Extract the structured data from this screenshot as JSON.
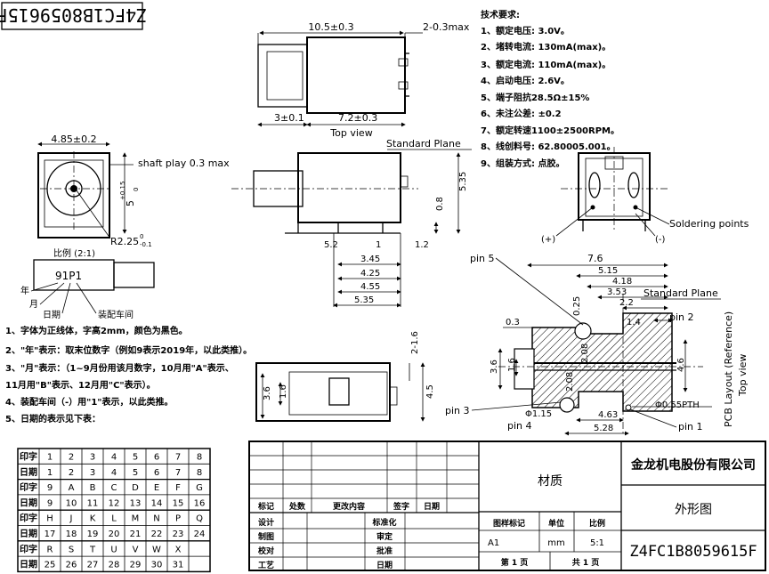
{
  "drawing_code": "Z4FC1B8059615F",
  "top_view": {
    "length": "10.5±0.3",
    "shaft_ext": "2-0.3max",
    "dim_a": "3±0.1",
    "dim_b": "7.2±0.3",
    "caption": "Top view"
  },
  "front_view": {
    "width": "4.85±0.2",
    "height": "5",
    "height_tol_top": "+0.15",
    "height_tol_bot": "0",
    "radius": "R2.25",
    "radius_tol_top": "0",
    "radius_tol_bot": "-0.1",
    "shaft_play": "shaft play 0.3 max"
  },
  "side_view": {
    "standard_plane": "Standard Plane",
    "d_535_v": "5.35",
    "d_08": "0.8",
    "d_52": "5.2",
    "d_1": "1",
    "d_12": "1.2",
    "d_345": "3.45",
    "d_425": "4.25",
    "d_455": "4.55",
    "d_535_h": "5.35"
  },
  "bottom_view": {
    "d_36": "3.6",
    "d_16": "1.6",
    "d_216": "2-1.6",
    "d_45": "4.5"
  },
  "spec": {
    "title": "技术要求:",
    "items": [
      "1、额定电压: 3.0V。",
      "2、堵转电流: 130mA(max)。",
      "3、额定电流: 110mA(max)。",
      "4、启动电压: 2.6V。",
      "5、端子阻抗28.5Ω±15%",
      "6、未注公差: ±0.2",
      "7、额定转速1100±2500RPM。",
      "8、线创料号: 62.80005.001。",
      "9、组装方式: 点胶。"
    ]
  },
  "terminal_view": {
    "plus": "(+)",
    "minus": "(-)",
    "soldering": "Soldering points"
  },
  "pcb": {
    "pin5": "pin 5",
    "pin2": "pin 2",
    "pin3": "pin 3",
    "pin4": "pin 4",
    "pin1": "pin 1",
    "d_76": "7.6",
    "d_515": "5.15",
    "d_418": "4.18",
    "d_353": "3.53",
    "d_22": "2.2",
    "d_14": "1.4",
    "d_025": "0.25",
    "d_03": "0.3",
    "d_208a": "2.08",
    "d_208b": "2.08",
    "d_36": "3.6",
    "d_16": "1.6",
    "d_46": "4.6",
    "d_115": "Φ1.15",
    "d_055": "Φ0.55PTH",
    "d_463": "4.63",
    "d_528": "5.28",
    "standard_plane": "Standard Plane",
    "side_label": "PCB Layout (Reference)",
    "side_label2": "Top view"
  },
  "marking": {
    "scale": "比例 (2:1)",
    "code": "91P1",
    "year": "年",
    "month": "月",
    "date": "日期",
    "line": "装配车间"
  },
  "notes": [
    "1、字体为正线体，字高2mm，颜色为黑色。",
    "2、\"年\"表示：取末位数字（例如9表示2019年，以此类推）。",
    "3、\"月\"表示：（1~9月份用该月数字，10月用\"A\"表示、",
    "11月用\"B\"表示、12月用\"C\"表示）。",
    "4、装配车间（-）用\"1\"表示，以此类推。",
    "5、日期的表示见下表："
  ],
  "date_table": {
    "rows": [
      [
        "印字",
        "1",
        "2",
        "3",
        "4",
        "5",
        "6",
        "7",
        "8"
      ],
      [
        "日期",
        "1",
        "2",
        "3",
        "4",
        "5",
        "6",
        "7",
        "8"
      ],
      [
        "印字",
        "9",
        "A",
        "B",
        "C",
        "D",
        "E",
        "F",
        "G"
      ],
      [
        "日期",
        "9",
        "10",
        "11",
        "12",
        "13",
        "14",
        "15",
        "16"
      ],
      [
        "印字",
        "H",
        "J",
        "K",
        "L",
        "M",
        "N",
        "P",
        "Q"
      ],
      [
        "日期",
        "17",
        "18",
        "19",
        "20",
        "21",
        "22",
        "23",
        "24"
      ],
      [
        "印字",
        "R",
        "S",
        "T",
        "U",
        "V",
        "W",
        "X",
        ""
      ],
      [
        "日期",
        "25",
        "26",
        "27",
        "28",
        "29",
        "30",
        "31",
        ""
      ]
    ]
  },
  "title_block": {
    "material": "材质",
    "company": "金龙机电股份有限公司",
    "part_name": "外形图",
    "code": "Z4FC1B8059615F",
    "rev_headers": [
      "标记",
      "处数",
      "更改内容",
      "签字",
      "日期"
    ],
    "left_rows": [
      "设计",
      "制图",
      "校对",
      "工艺"
    ],
    "mid_rows": [
      "标准化",
      "审定",
      "批准",
      "日期"
    ],
    "stage_header": "图样标记",
    "stage": "A1",
    "unit_header": "单位",
    "unit": "mm",
    "scale_header": "比例",
    "scale": "5:1",
    "sheet": "第 1 页",
    "total": "共 1 页"
  }
}
